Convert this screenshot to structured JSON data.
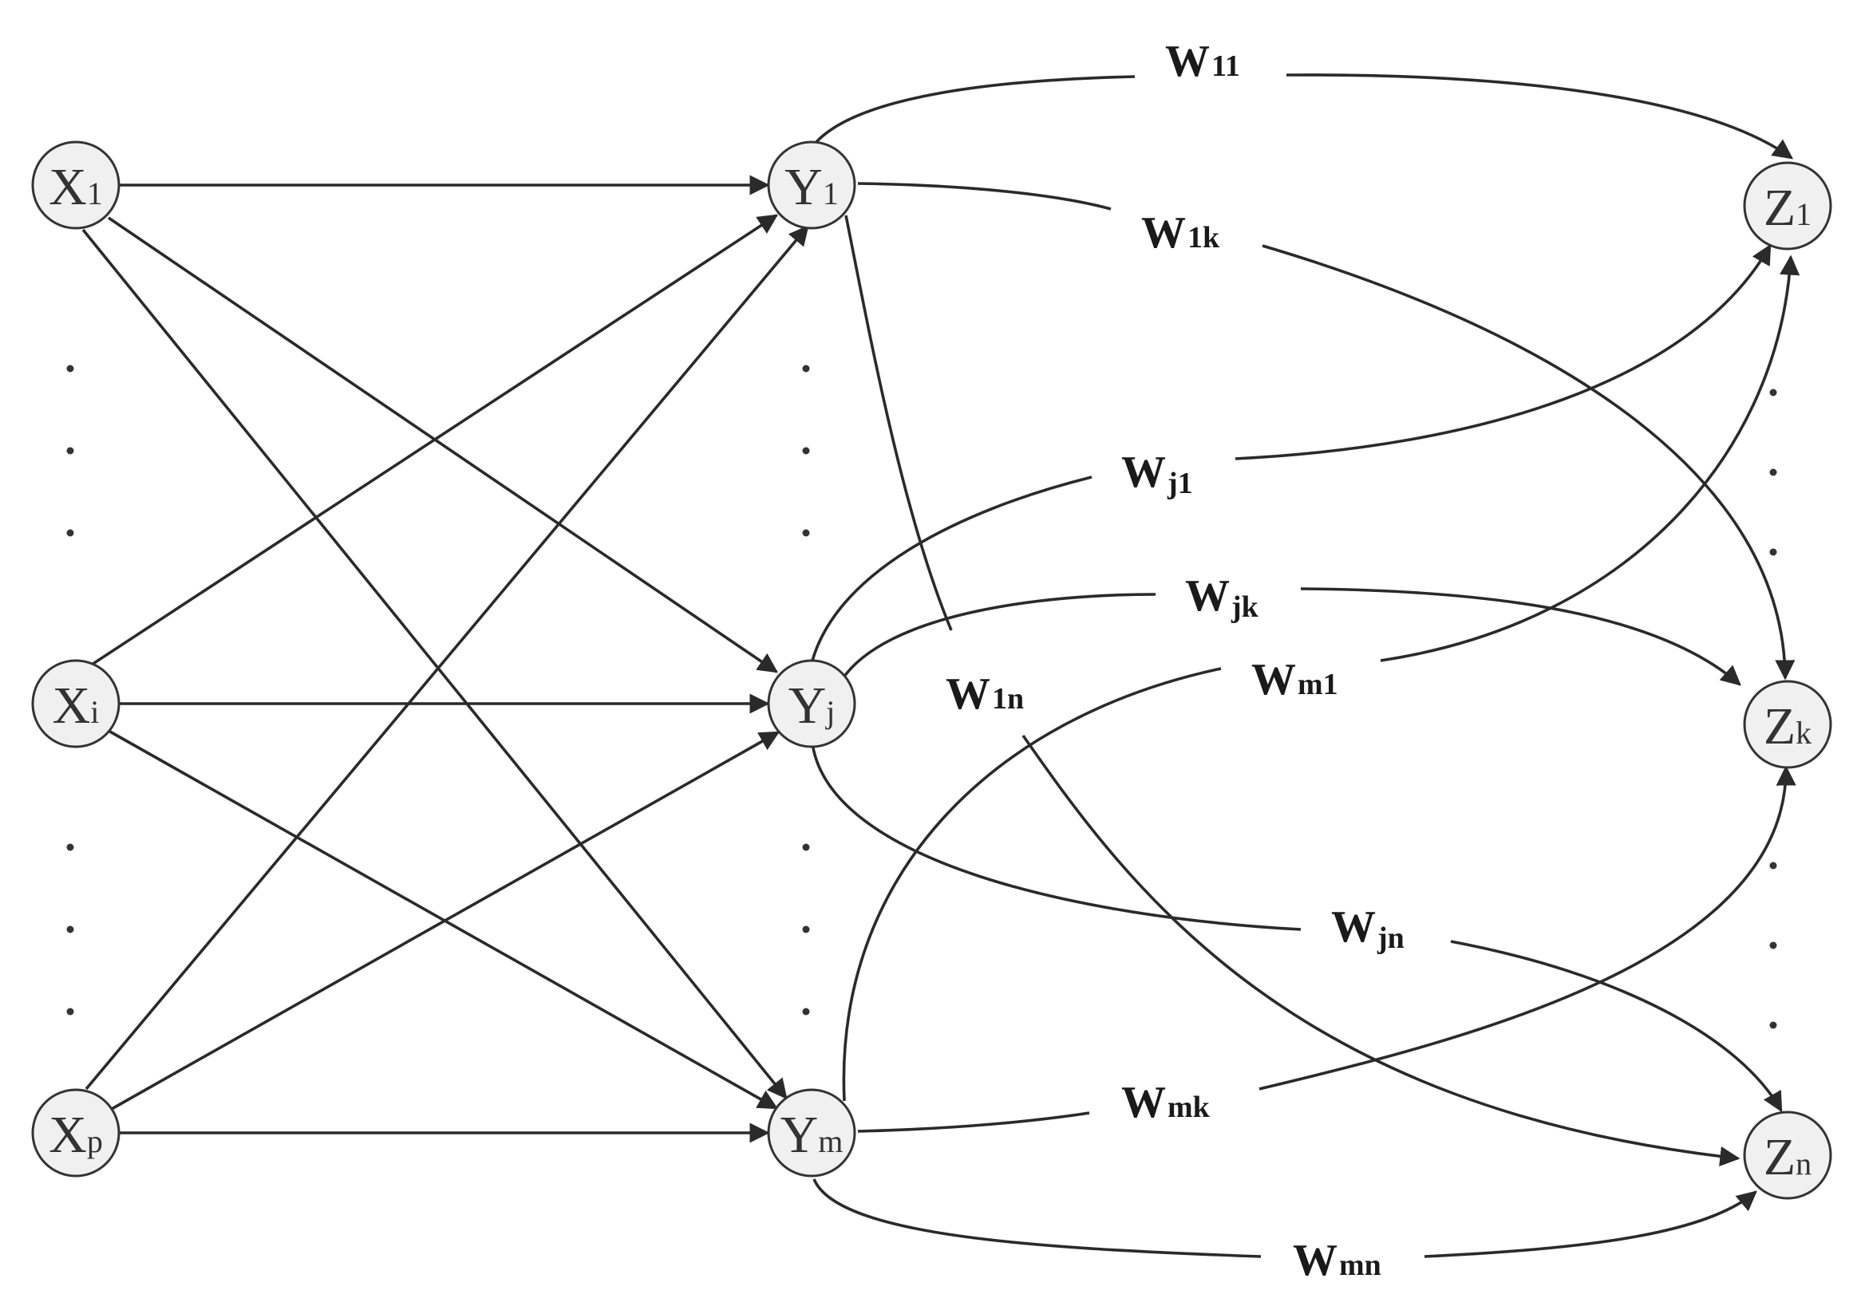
{
  "nodes": {
    "x1": {
      "main": "X",
      "sub": "1"
    },
    "xi": {
      "main": "X",
      "sub": "i"
    },
    "xp": {
      "main": "X",
      "sub": "p"
    },
    "y1": {
      "main": "Y",
      "sub": "1"
    },
    "yj": {
      "main": "Y",
      "sub": "j"
    },
    "ym": {
      "main": "Y",
      "sub": "m"
    },
    "z1": {
      "main": "Z",
      "sub": "1"
    },
    "zk": {
      "main": "Z",
      "sub": "k"
    },
    "zn": {
      "main": "Z",
      "sub": "n"
    }
  },
  "weights": {
    "w11": {
      "main": "W",
      "sub": "11"
    },
    "w1k": {
      "main": "W",
      "sub": "1k"
    },
    "w1n": {
      "main": "W",
      "sub": "1n"
    },
    "wj1": {
      "main": "W",
      "sub": "j1"
    },
    "wjk": {
      "main": "W",
      "sub": "jk"
    },
    "wjn": {
      "main": "W",
      "sub": "jn"
    },
    "wm1": {
      "main": "W",
      "sub": "m1"
    },
    "wmk": {
      "main": "W",
      "sub": "mk"
    },
    "wmn": {
      "main": "W",
      "sub": "mn"
    }
  },
  "colors": {
    "stroke": "#2a2a2a",
    "node_fill": "#f0f0f0"
  }
}
